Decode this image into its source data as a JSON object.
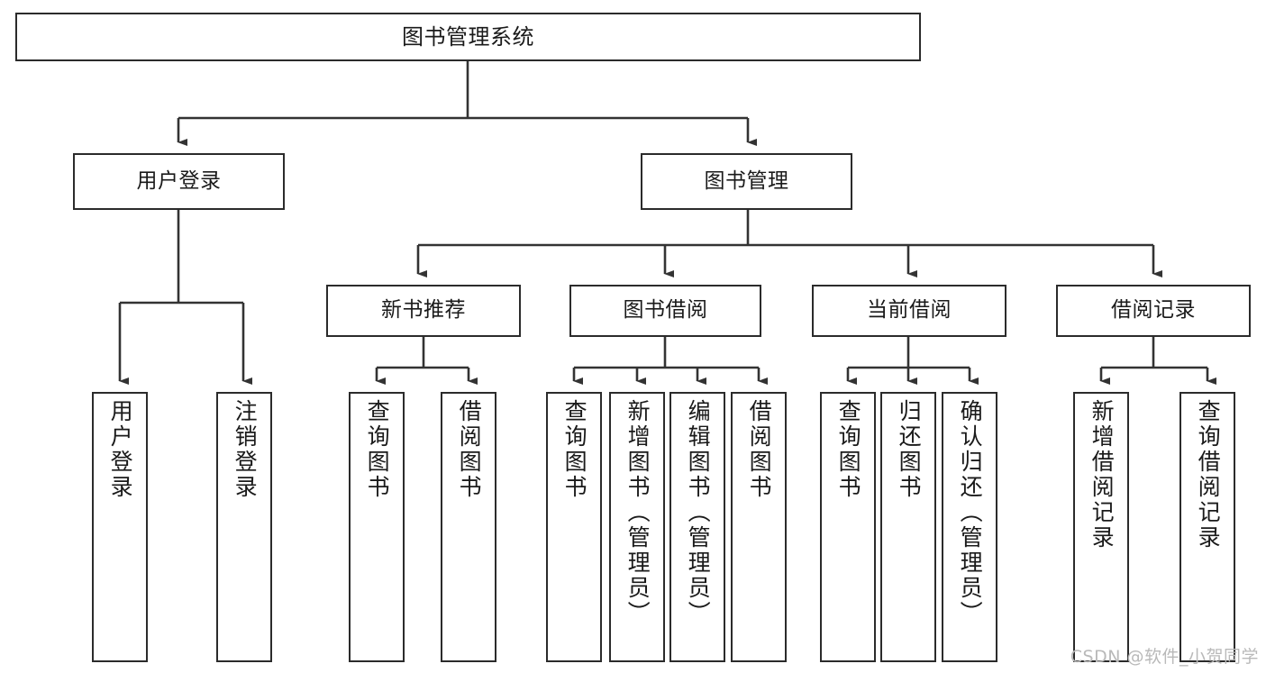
{
  "diagram": {
    "title": "图书管理系统",
    "type": "tree-hierarchy",
    "watermark": "CSDN @软件_小贺同学",
    "colors": {
      "node_border": "#2b2b2b",
      "node_fill": "#ffffff",
      "edge": "#333333",
      "text": "#1a1a1a",
      "watermark": "#b9b9b9",
      "background": "#ffffff"
    },
    "root": {
      "label": "图书管理系统"
    },
    "level2": [
      {
        "label": "用户登录"
      },
      {
        "label": "图书管理"
      }
    ],
    "level3": [
      {
        "label": "新书推荐"
      },
      {
        "label": "图书借阅"
      },
      {
        "label": "当前借阅"
      },
      {
        "label": "借阅记录"
      }
    ],
    "leaves": {
      "user_login": [
        {
          "label": "用户登录"
        },
        {
          "label": "注销登录"
        }
      ],
      "new_book_recommend": [
        {
          "label": "查询图书"
        },
        {
          "label": "借阅图书"
        }
      ],
      "book_borrow": [
        {
          "label": "查询图书"
        },
        {
          "label": "新增图书（管理员）"
        },
        {
          "label": "编辑图书（管理员）"
        },
        {
          "label": "借阅图书"
        }
      ],
      "current_borrow": [
        {
          "label": "查询图书"
        },
        {
          "label": "归还图书"
        },
        {
          "label": "确认归还（管理员）"
        }
      ],
      "borrow_record": [
        {
          "label": "新增借阅记录"
        },
        {
          "label": "查询借阅记录"
        }
      ]
    }
  }
}
